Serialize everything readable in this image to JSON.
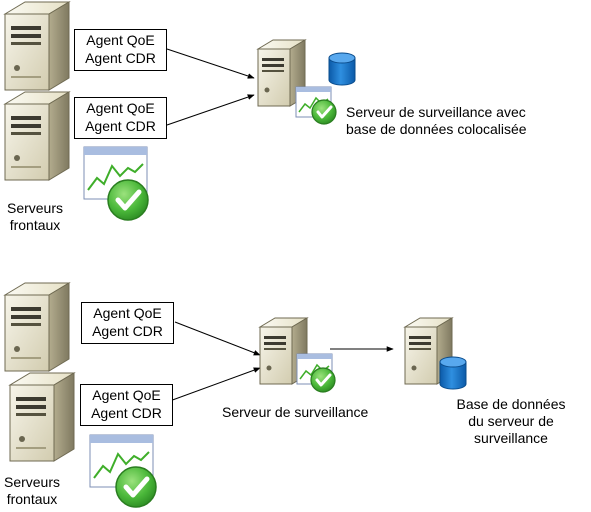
{
  "top_scenario": {
    "agents": [
      {
        "line1": "Agent QoE",
        "line2": "Agent CDR"
      },
      {
        "line1": "Agent QoE",
        "line2": "Agent CDR"
      }
    ],
    "frontend_label": {
      "line1": "Serveurs",
      "line2": "frontaux"
    },
    "monitoring_label": {
      "line1": "Serveur de surveillance avec",
      "line2": "base de données colocalisée"
    }
  },
  "bottom_scenario": {
    "agents": [
      {
        "line1": "Agent QoE",
        "line2": "Agent CDR"
      },
      {
        "line1": "Agent QoE",
        "line2": "Agent CDR"
      }
    ],
    "frontend_label": {
      "line1": "Serveurs",
      "line2": "frontaux"
    },
    "monitoring_label": "Serveur de surveillance",
    "database_label": {
      "line1": "Base de données",
      "line2": "du serveur de",
      "line3": "surveillance"
    }
  },
  "colors": {
    "server_body": "#e6e2cc",
    "server_shadow": "#8a8468",
    "database": "#1e78c8",
    "chart_frame": "#a9bde0",
    "chart_line": "#3fae2a",
    "check": "#4bb83a"
  }
}
